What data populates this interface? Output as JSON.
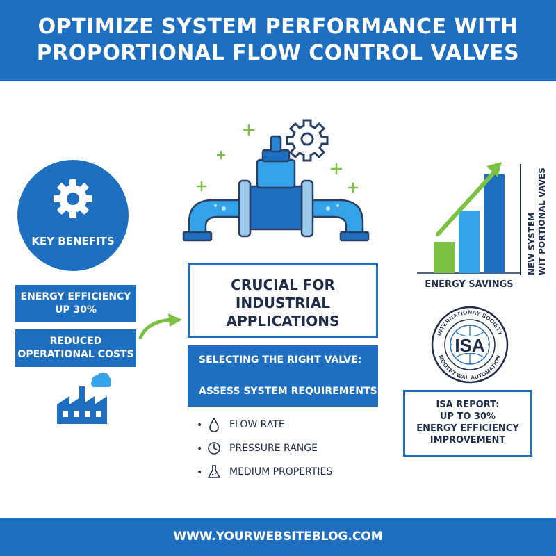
{
  "header": {
    "title_line1": "OPTIMIZE SYSTEM PERFORMANCE WITH",
    "title_line2": "PROPORTIONAL FLOW CONTROL VALVES"
  },
  "benefits": {
    "heading": "KEY BENEFITS",
    "items": [
      {
        "line1": "ENERGY EFFICIENCY",
        "line2": "UP 30%"
      },
      {
        "line1": "REDUCED",
        "line2": "OPERATIONAL COSTS"
      }
    ]
  },
  "center": {
    "crucial_lines": [
      "CRUCIAL FOR",
      "INDUSTRIAL",
      "APPLICATIONS"
    ],
    "selecting": "SELECTING THE RIGHT VALVE:",
    "assess": "ASSESS SYSTEM REQUIREMENTS",
    "bullets": [
      {
        "icon": "droplet-icon",
        "label": "FLOW RATE"
      },
      {
        "icon": "gauge-icon",
        "label": "PRESSURE RANGE"
      },
      {
        "icon": "flask-icon",
        "label": "MEDIUM PROPERTIES"
      }
    ],
    "bullet_marker": "•"
  },
  "chart": {
    "caption": "ENERGY SAVINGS",
    "legend_line1": "NEW SYSTEM",
    "legend_line2": "WIT PORTIONAL VAVES"
  },
  "chart_data": {
    "type": "bar",
    "categories": [
      "",
      "",
      ""
    ],
    "values": [
      30,
      60,
      95
    ],
    "colors": [
      "#7cc242",
      "#35a3e8",
      "#1f6fc0"
    ],
    "ylim": [
      0,
      100
    ],
    "title": "",
    "xlabel": "ENERGY SAVINGS",
    "ylabel": ""
  },
  "isa": {
    "seal_text_top": "INTERNATIONAY SOCIETY",
    "seal_text_bottom": "MOOTET WAL AUTOMATION",
    "seal_center": "ISA",
    "report_lines": [
      "ISA REPORT:",
      "UP TO 30%",
      "ENERGY EFFICIENCY",
      "IMPROVEMENT"
    ]
  },
  "footer": {
    "url": "WWW.YOURWEBSITEBLOG.COM"
  },
  "colors": {
    "primary": "#1f6fc0",
    "accent_green": "#7cc242",
    "light_blue": "#35a3e8",
    "text": "#1f2d4a"
  }
}
